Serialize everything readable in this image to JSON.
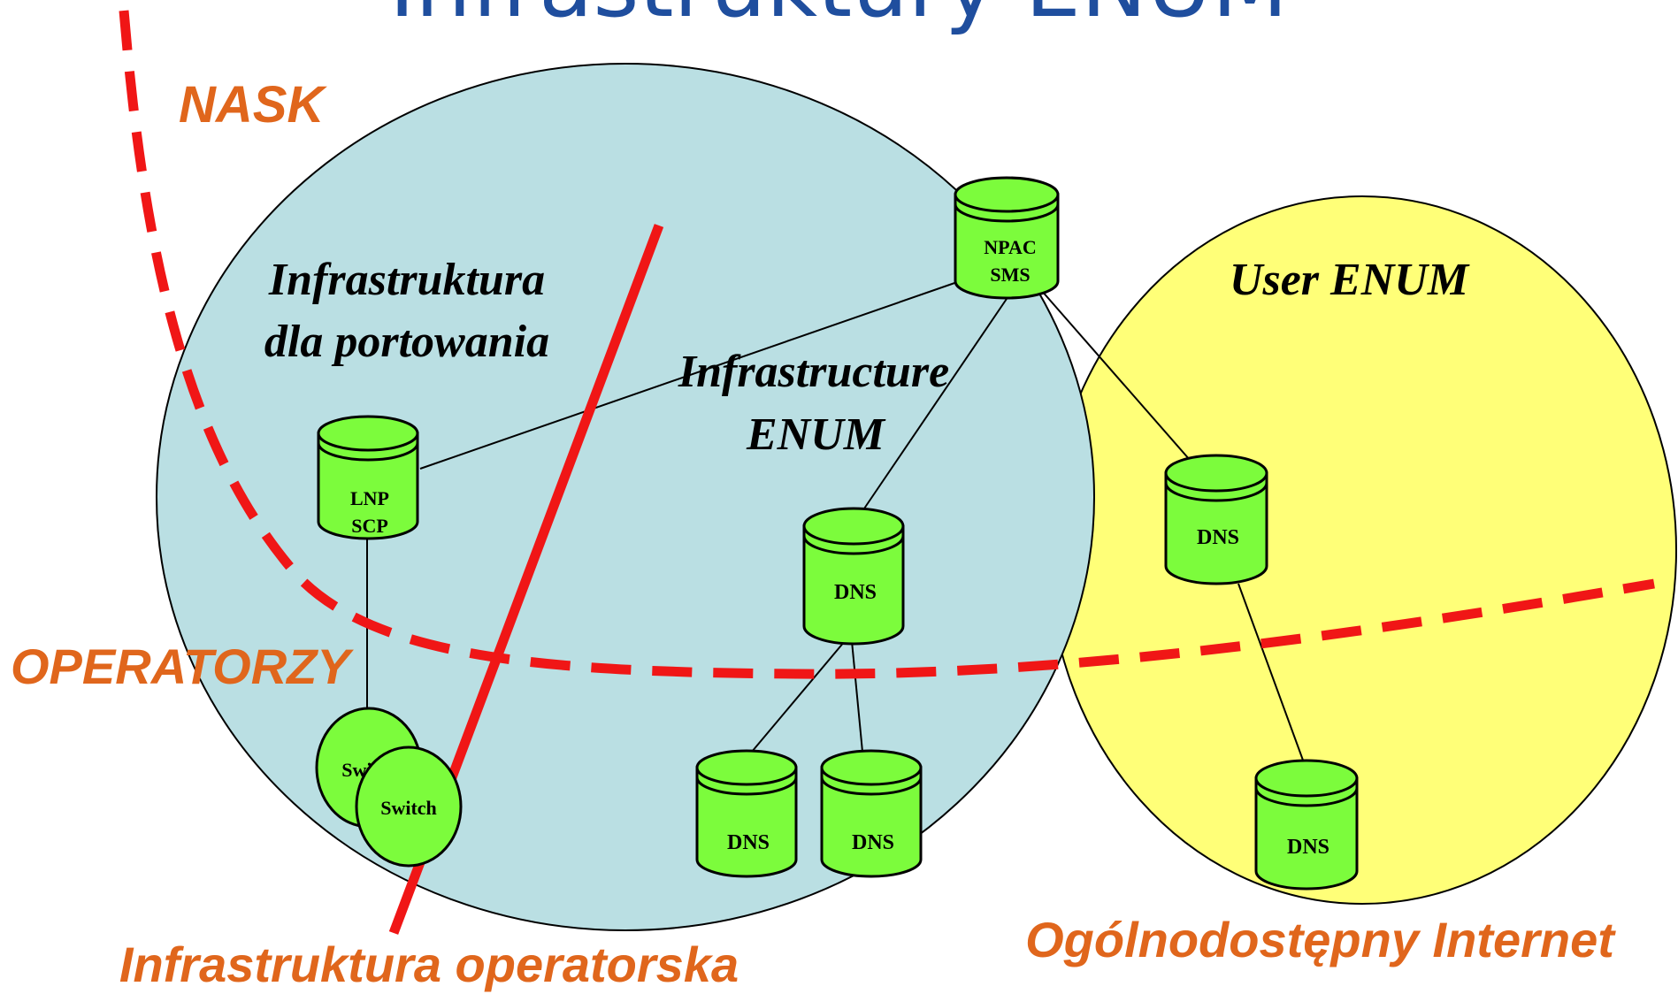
{
  "title": "Infrastruktury ENUM",
  "colors": {
    "title": "#1F4E9E",
    "accent_orange": "#E0661C",
    "boundary_red": "#F01616",
    "infra_circle": "#BADFE3",
    "user_circle": "#FFFF78",
    "node_fill": "#7CFC3C"
  },
  "regions": {
    "nask": "NASK",
    "operatorzy": "OPERATORZY",
    "operator_infra": "Infrastruktura operatorska",
    "public_internet": "Ogólnodostępny Internet"
  },
  "areas": {
    "porting_line1": "Infrastruktura",
    "porting_line2": "dla portowania",
    "infra_enum_line1": "Infrastructure",
    "infra_enum_line2": "ENUM",
    "user_enum": "User ENUM"
  },
  "nodes": {
    "npac_line1": "NPAC",
    "npac_line2": "SMS",
    "lnp_line1": "LNP",
    "lnp_line2": "SCP",
    "switch_back": "Switch",
    "switch_front": "Switch",
    "dns": "DNS"
  },
  "icons": {
    "database": "database-cylinder-icon",
    "switch": "switch-circle-icon"
  }
}
